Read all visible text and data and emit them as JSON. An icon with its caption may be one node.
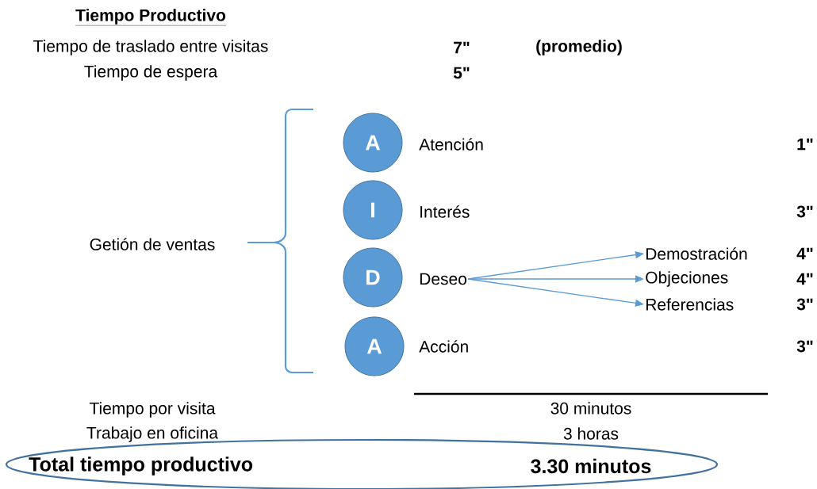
{
  "diagram": {
    "nodes": [
      {
        "text": [
          "A"
        ]
      },
      {
        "text": [
          "I"
        ]
      },
      {
        "text": [
          "D"
        ]
      },
      {
        "text": [
          "A"
        ]
      },
      {
        "text": [
          "Deseo"
        ]
      },
      {
        "text": [
          "Demostración"
        ]
      },
      {
        "text": [
          "Objeciones"
        ]
      },
      {
        "text": [
          "Referencias"
        ]
      },
      {
        "text": [
          "Total tiempo productivo",
          "3.30 minutos"
        ]
      }
    ],
    "edges": [
      {
        "from": 4,
        "to": 5,
        "arrow": "to"
      },
      {
        "from": 4,
        "to": 6,
        "arrow": "to"
      },
      {
        "from": 4,
        "to": 7,
        "arrow": "to"
      }
    ],
    "labels": [
      "Tiempo Productivo",
      "Tiempo de traslado entre visitas",
      "7\"",
      "(promedio)",
      "Tiempo de espera",
      "5\"",
      "Atención",
      "1\"",
      "Interés",
      "3\"",
      "Getión de ventas",
      "4\"",
      "4\"",
      "3\"",
      "Acción",
      "3\"",
      "Tiempo por visita",
      "30 minutos",
      "Trabajo en oficina",
      "3 horas"
    ]
  }
}
